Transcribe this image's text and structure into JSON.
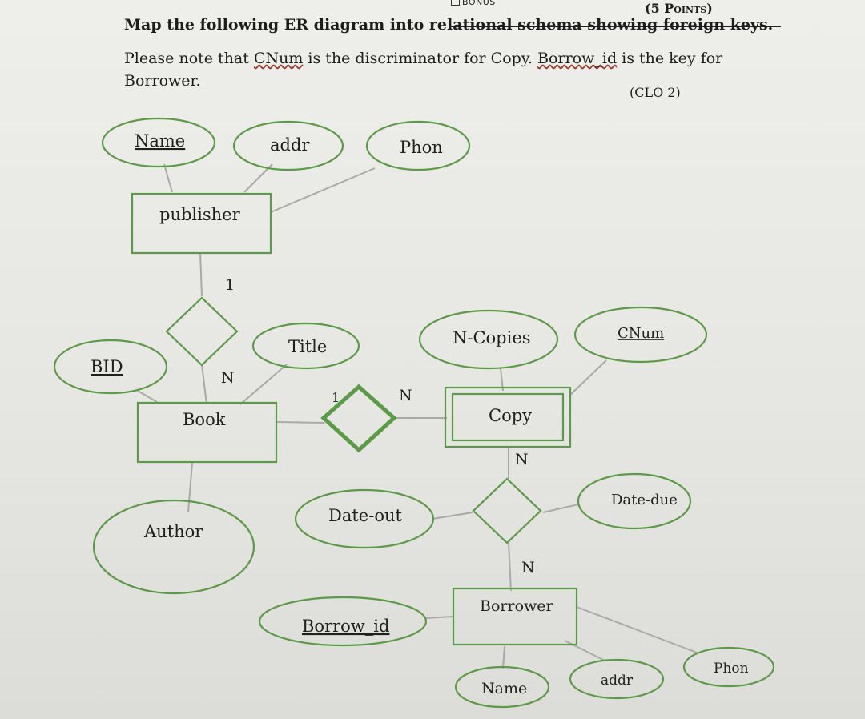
{
  "header": {
    "bonus_label": "BONUS",
    "points_label": "(5 Points)"
  },
  "question": {
    "line1": "Map the following ER diagram into relational schema showing foreign keys.",
    "line2_a": "Please note that ",
    "line2_cnum": "CNum",
    "line2_b": " is the discriminator for Copy. ",
    "line2_borrow": "Borrow_id",
    "line2_c": " is the key for",
    "line3": "Borrower.",
    "clo": "(CLO 2)"
  },
  "entities": {
    "publisher": "publisher",
    "book": "Book",
    "copy": "Copy",
    "borrower": "Borrower"
  },
  "attributes": {
    "publisher_name": "Name",
    "publisher_addr": "addr",
    "publisher_phon": "Phon",
    "book_bid": "BID",
    "book_title": "Title",
    "book_author": "Author",
    "book_ncopies": "N-Copies",
    "copy_cnum": "CNum",
    "borrow_date_out": "Date-out",
    "borrow_date_due": "Date-due",
    "borrower_id": "Borrow_id",
    "borrower_name": "Name",
    "borrower_addr": "addr",
    "borrower_phon": "Phon"
  },
  "cardinalities": {
    "pub_rel_top": "1",
    "pub_rel_bottom": "N",
    "has_copy_left": "1",
    "has_copy_right": "N",
    "borrow_top": "N",
    "borrow_bottom": "N"
  },
  "colors": {
    "shape_stroke": "#5a9c45",
    "line": "#a9a9a9",
    "text": "#1f1f1f"
  }
}
